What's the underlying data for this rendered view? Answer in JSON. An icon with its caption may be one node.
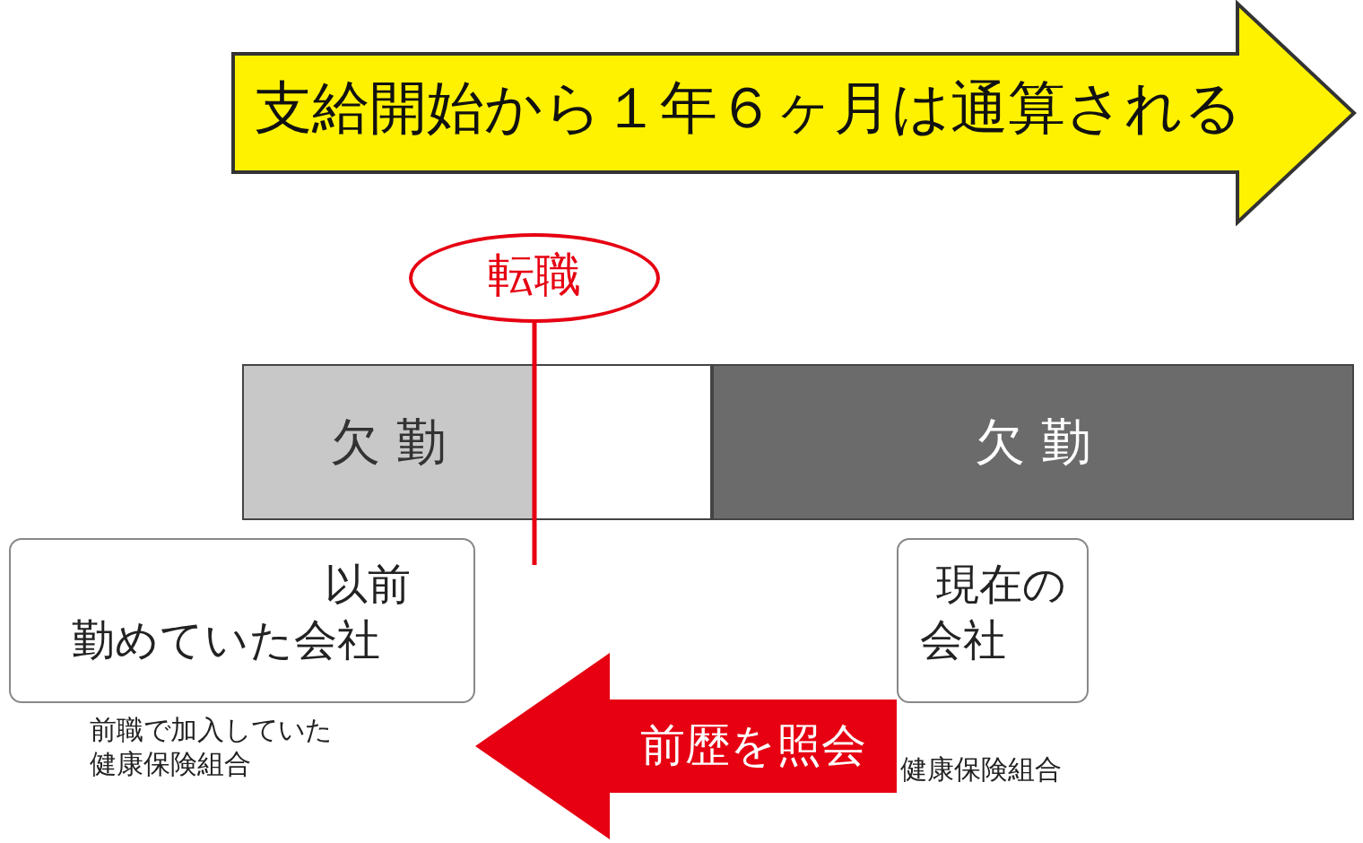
{
  "diagram": {
    "nodes": [
      {
        "text": [
          "支給開始から１年６ヶ月は通算される"
        ]
      },
      {
        "text": [
          "転職"
        ]
      },
      {
        "text": [
          "欠 勤"
        ]
      },
      {
        "text": [],
        "shape": "box"
      },
      {
        "text": [
          "欠 勤"
        ]
      },
      {
        "text": [
          "以前勤めていた会社"
        ],
        "beside": [
          "前職で加入していた健康保険組合"
        ]
      },
      {
        "text": [
          "現在の会社"
        ],
        "beside": [
          "健康保険組合"
        ]
      }
    ],
    "edges": [
      {
        "from": 1,
        "to": null,
        "arrow": "none",
        "color": "#e60012"
      },
      {
        "from": 6,
        "to": 5,
        "arrow": "to",
        "label": "前歴を照会",
        "style": "thick",
        "color": "#e60012"
      }
    ]
  }
}
